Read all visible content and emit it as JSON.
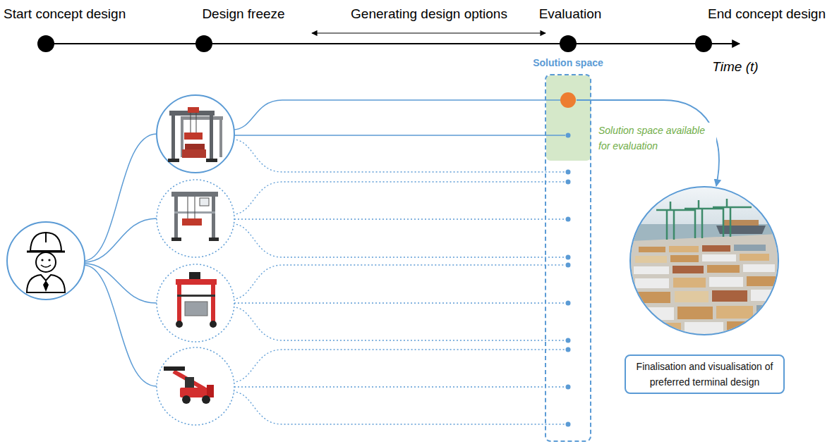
{
  "diagram": {
    "nodes": [
      {
        "text": [
          "Solution space"
        ]
      },
      {
        "text": [
          "Finalisation and visualisation of preferred terminal design"
        ]
      }
    ],
    "labels": [
      "Start concept design",
      "Design freeze",
      "Generating design options",
      "Evaluation",
      "End concept design",
      "Time (t)",
      "Solution space available for evaluation"
    ]
  }
}
